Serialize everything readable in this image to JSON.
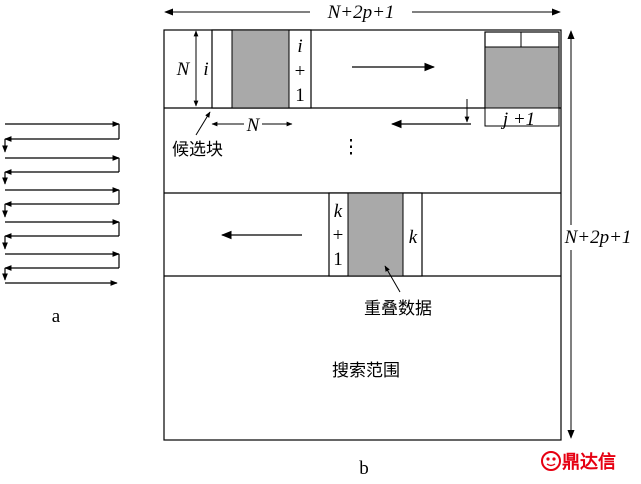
{
  "labels": {
    "width_top": "N+2p+1",
    "height_right": "N+2p+1",
    "block_height": "N",
    "block_width": "N",
    "i": "i",
    "i_plus": "+",
    "i_one": "1",
    "j_plus_1": "j +1",
    "dots": "⋮",
    "k": "k",
    "k_plus": "+",
    "k_one": "1",
    "k_right": "k",
    "candidate_block": "候选块",
    "overlap_data": "重叠数据",
    "search_range": "搜索范围",
    "panel_a": "a",
    "panel_b": "b"
  },
  "watermark": {
    "text": "鼎达信",
    "icon": "dingdaxin-logo-icon",
    "color": "#e60012"
  },
  "colors": {
    "block_fill": "#a9a9a9",
    "line": "#000000"
  }
}
